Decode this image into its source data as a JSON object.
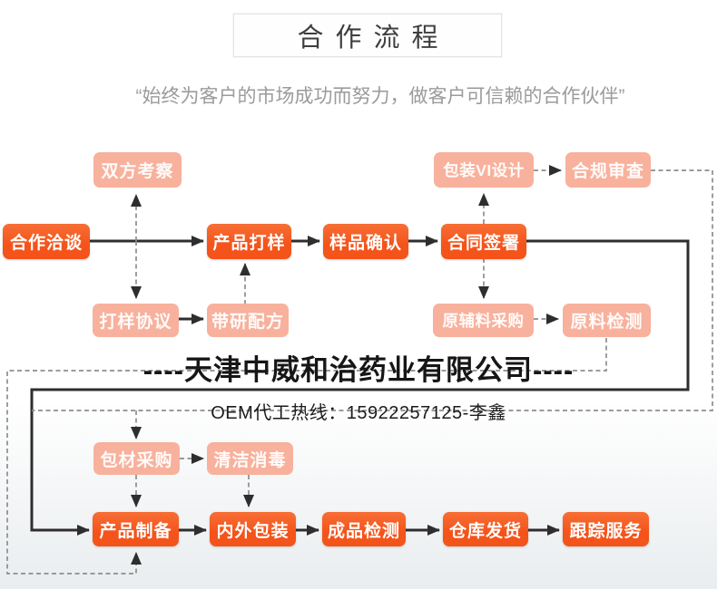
{
  "header": {
    "title": "合作流程",
    "subtitle": "“始终为客户的市场成功而努力，做客户可信赖的合作伙伴”"
  },
  "watermark": {
    "company": "----天津中威和治药业有限公司----",
    "hotline": "OEM代工热线：15922257125-李鑫"
  },
  "colors": {
    "primary": "#f4531a",
    "primary-light": "#f76f35",
    "secondary": "#f8b19c",
    "line": "#2e2e2e",
    "dashed": "#8d8d8d"
  },
  "flow": {
    "nodes": {
      "inspect": "双方考察",
      "packaging_vi": "包装VI设计",
      "compliance": "合规审查",
      "negotiation": "合作洽谈",
      "sampling": "产品打样",
      "sample_confirm": "样品确认",
      "contract": "合同签署",
      "sample_agreement": "打样协议",
      "formula": "带研配方",
      "raw_purchase": "原辅料采购",
      "raw_test": "原料检测",
      "pack_purchase": "包材采购",
      "cleaning": "清洁消毒",
      "production": "产品制备",
      "packing": "内外包装",
      "final_test": "成品检测",
      "shipping": "仓库发货",
      "tracking": "跟踪服务"
    },
    "edges": [
      {
        "from": "合作洽谈",
        "to": "产品打样",
        "style": "solid"
      },
      {
        "from": "产品打样",
        "to": "样品确认",
        "style": "solid"
      },
      {
        "from": "样品确认",
        "to": "合同签署",
        "style": "solid"
      },
      {
        "from": "合作洽谈",
        "to": "双方考察",
        "style": "dashed"
      },
      {
        "from": "合作洽谈",
        "to": "打样协议",
        "style": "dashed"
      },
      {
        "from": "打样协议",
        "to": "带研配方",
        "style": "solid"
      },
      {
        "from": "带研配方",
        "to": "产品打样",
        "style": "dashed"
      },
      {
        "from": "合同签署",
        "to": "包装VI设计",
        "style": "dashed"
      },
      {
        "from": "包装VI设计",
        "to": "合规审查",
        "style": "dashed"
      },
      {
        "from": "合同签署",
        "to": "原辅料采购",
        "style": "dashed"
      },
      {
        "from": "原辅料采购",
        "to": "原料检测",
        "style": "dashed"
      },
      {
        "from": "原料检测",
        "to": "产品制备",
        "style": "dashed"
      },
      {
        "from": "合规审查",
        "to": "包材采购",
        "style": "dashed"
      },
      {
        "from": "包材采购",
        "to": "清洁消毒",
        "style": "dashed"
      },
      {
        "from": "包材采购",
        "to": "产品制备",
        "style": "dashed"
      },
      {
        "from": "清洁消毒",
        "to": "内外包装",
        "style": "dashed"
      },
      {
        "from": "合同签署",
        "to": "产品制备",
        "style": "solid"
      },
      {
        "from": "产品制备",
        "to": "内外包装",
        "style": "solid"
      },
      {
        "from": "内外包装",
        "to": "成品检测",
        "style": "solid"
      },
      {
        "from": "成品检测",
        "to": "仓库发货",
        "style": "solid"
      },
      {
        "from": "仓库发货",
        "to": "跟踪服务",
        "style": "solid"
      }
    ]
  }
}
